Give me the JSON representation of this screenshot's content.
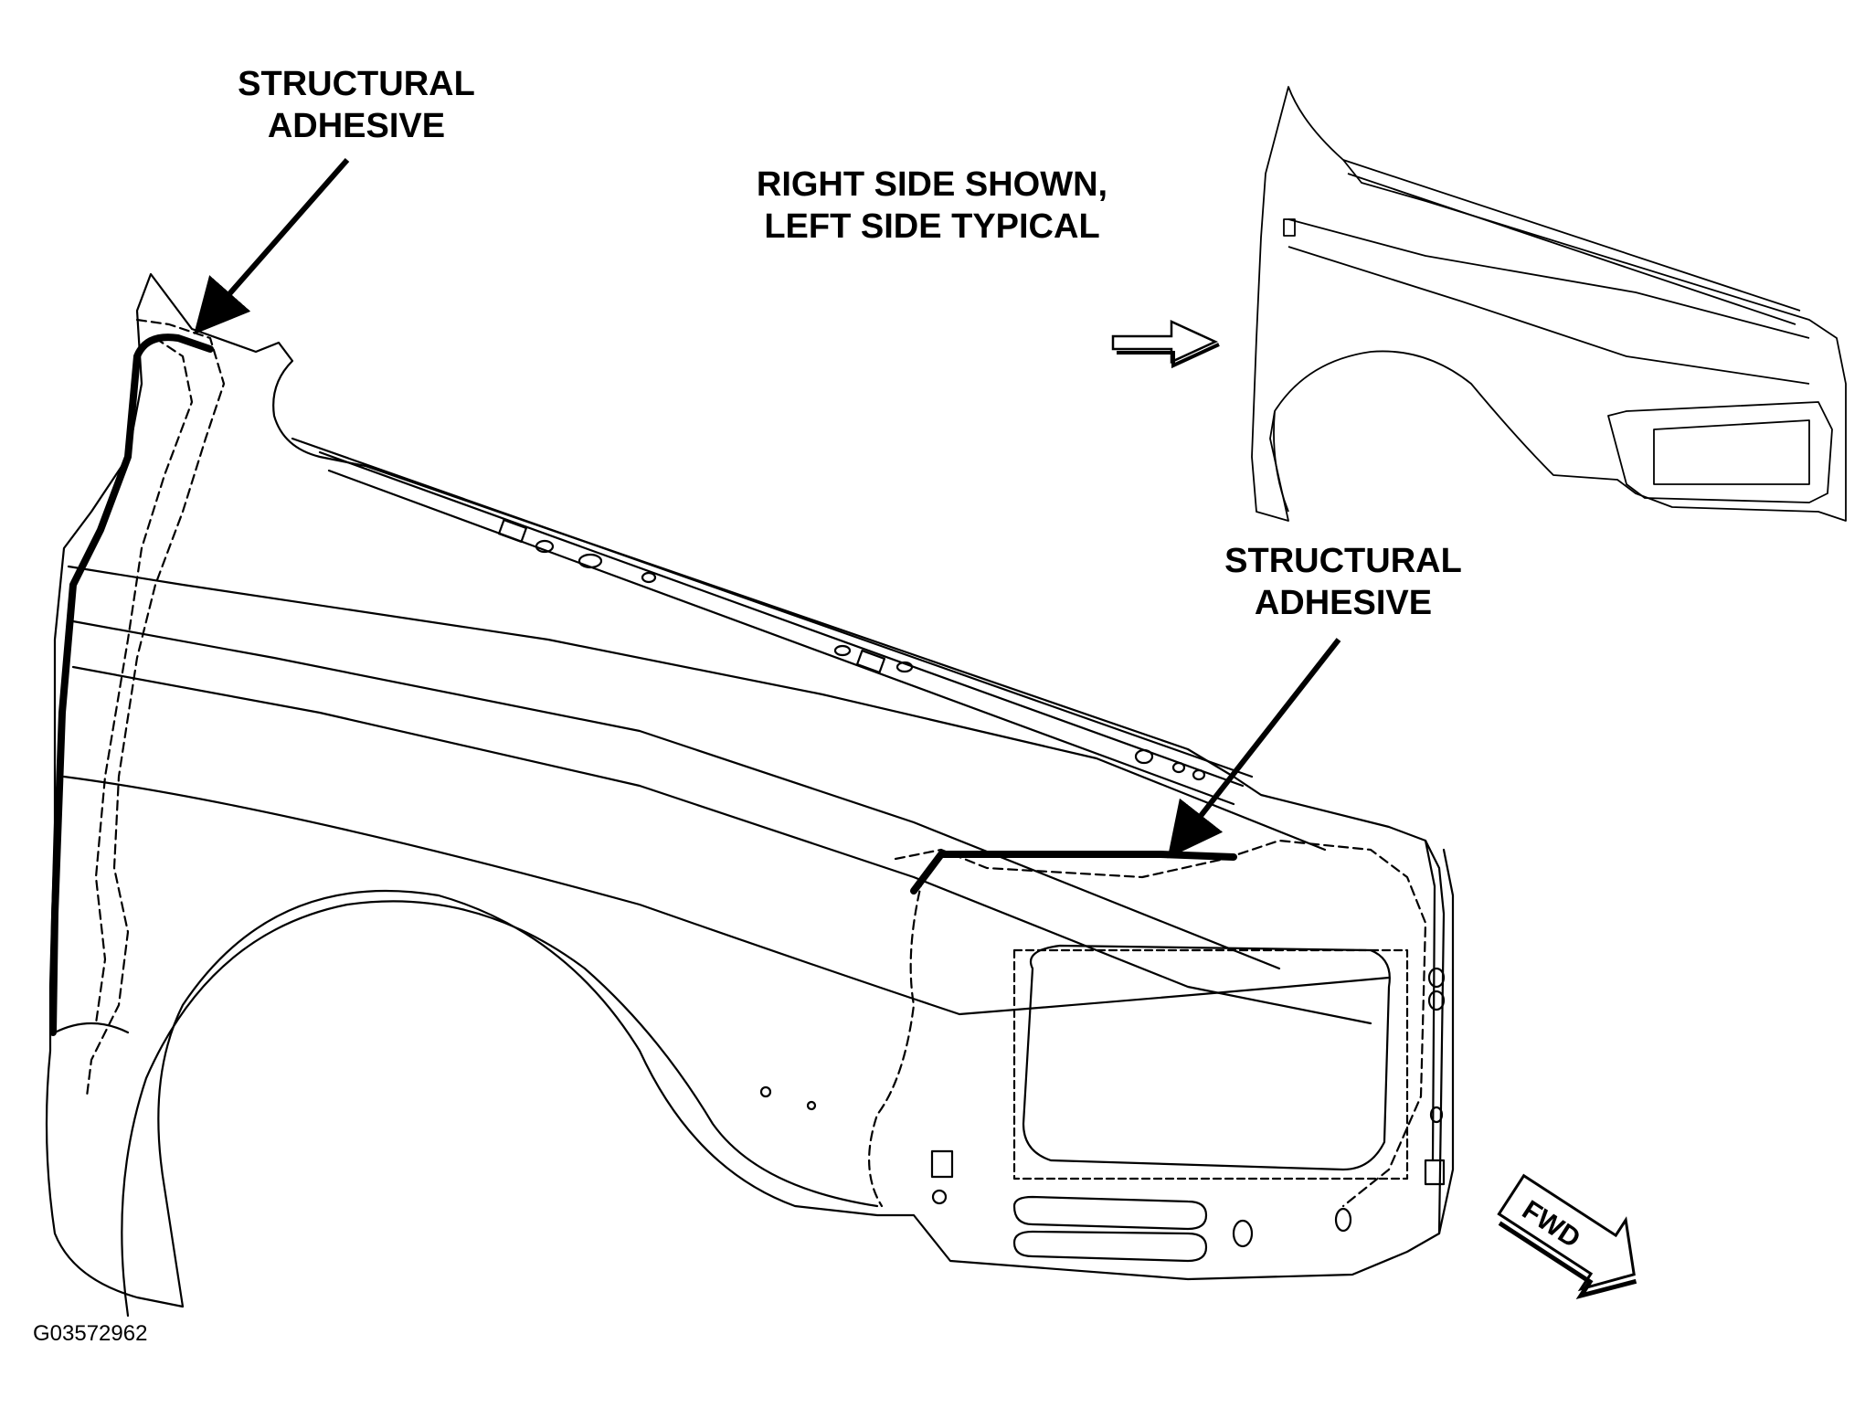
{
  "callouts": {
    "top": {
      "line1": "STRUCTURAL",
      "line2": "ADHESIVE"
    },
    "bottom": {
      "line1": "STRUCTURAL",
      "line2": "ADHESIVE"
    }
  },
  "view_note": {
    "line1": "RIGHT SIDE SHOWN,",
    "line2": "LEFT SIDE TYPICAL"
  },
  "direction_label": "FWD",
  "figure_id": "G03572962",
  "icons": {
    "view_arrow": "view-direction-arrow-icon",
    "fwd_arrow": "forward-arrow-icon"
  },
  "colors": {
    "line": "#000000",
    "background": "#ffffff"
  }
}
